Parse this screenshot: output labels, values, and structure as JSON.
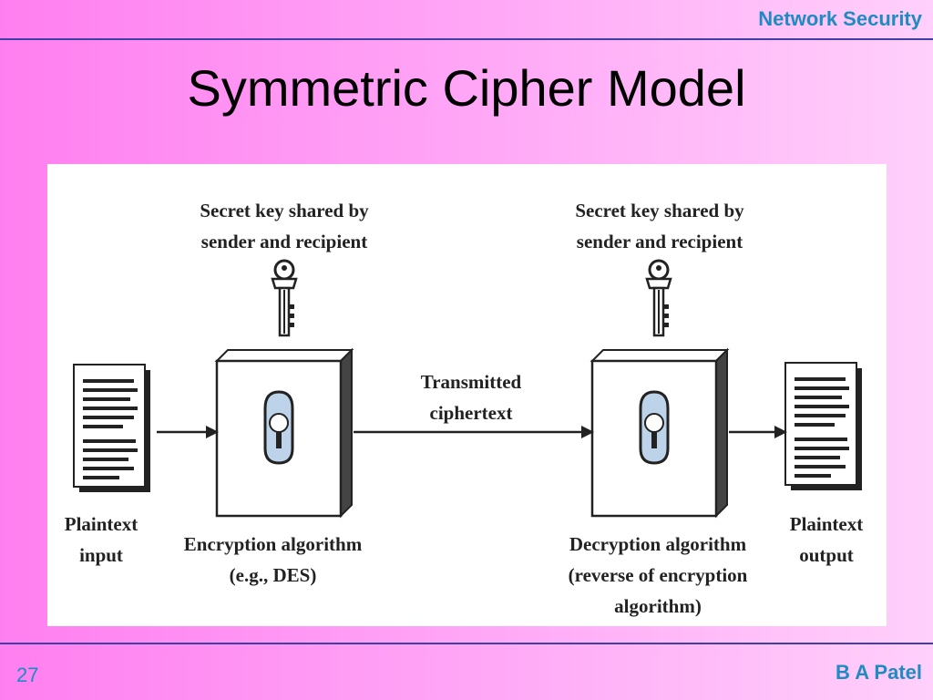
{
  "header": {
    "course_title": "Network Security"
  },
  "slide": {
    "title": "Symmetric Cipher Model"
  },
  "diagram": {
    "key_left": {
      "line1": "Secret key shared by",
      "line2": "sender and recipient"
    },
    "key_right": {
      "line1": "Secret key shared by",
      "line2": "sender and recipient"
    },
    "plaintext_input": {
      "line1": "Plaintext",
      "line2": "input"
    },
    "encryption": {
      "line1": "Encryption algorithm",
      "line2": "(e.g., DES)"
    },
    "transmitted": {
      "line1": "Transmitted",
      "line2": "ciphertext"
    },
    "decryption": {
      "line1": "Decryption algorithm",
      "line2": "(reverse of encryption",
      "line3": "algorithm)"
    },
    "plaintext_output": {
      "line1": "Plaintext",
      "line2": "output"
    }
  },
  "footer": {
    "page_number": "27",
    "author": "B A Patel"
  }
}
